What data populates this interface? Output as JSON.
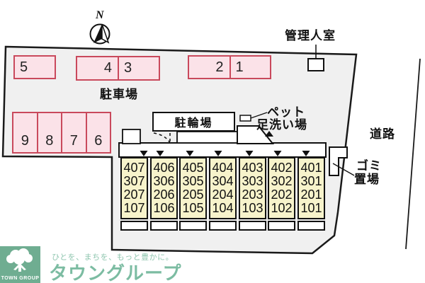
{
  "compass": {
    "north_label": "N"
  },
  "labels": {
    "manager_room": "管理人室",
    "parking": "駐車場",
    "bike_parking": "駐輪場",
    "pet_wash_line1": "ペット",
    "pet_wash_line2": "足洗い場",
    "road": "道路",
    "garbage_line1": "ゴミ",
    "garbage_line2": "置場"
  },
  "parking": {
    "top_row_stalls": [
      "5",
      "4",
      "3",
      "2",
      "1"
    ],
    "left_column_stalls": [
      "9",
      "8",
      "7",
      "6"
    ]
  },
  "building": {
    "columns": [
      {
        "rooms": [
          "407",
          "307",
          "207",
          "107"
        ]
      },
      {
        "rooms": [
          "406",
          "306",
          "206",
          "106"
        ]
      },
      {
        "rooms": [
          "405",
          "305",
          "205",
          "105"
        ]
      },
      {
        "rooms": [
          "404",
          "304",
          "204",
          "104"
        ]
      },
      {
        "rooms": [
          "403",
          "303",
          "203",
          "103"
        ]
      },
      {
        "rooms": [
          "402",
          "302",
          "202",
          "102"
        ]
      },
      {
        "rooms": [
          "401",
          "301",
          "201",
          "101"
        ]
      }
    ]
  },
  "logo": {
    "brand_en": "TOWN GROUP",
    "tagline": "ひとを、まちを、もっと豊かに。",
    "brand_jp": "タウングループ"
  },
  "colors": {
    "site_fill": "#F0F0F0",
    "parking_fill": "#FBE2E8",
    "parking_border": "#C9495C",
    "building_fill": "#F7F3CB",
    "logo_green": "#6FAD91",
    "logo_text_green": "#7CBCA2"
  }
}
